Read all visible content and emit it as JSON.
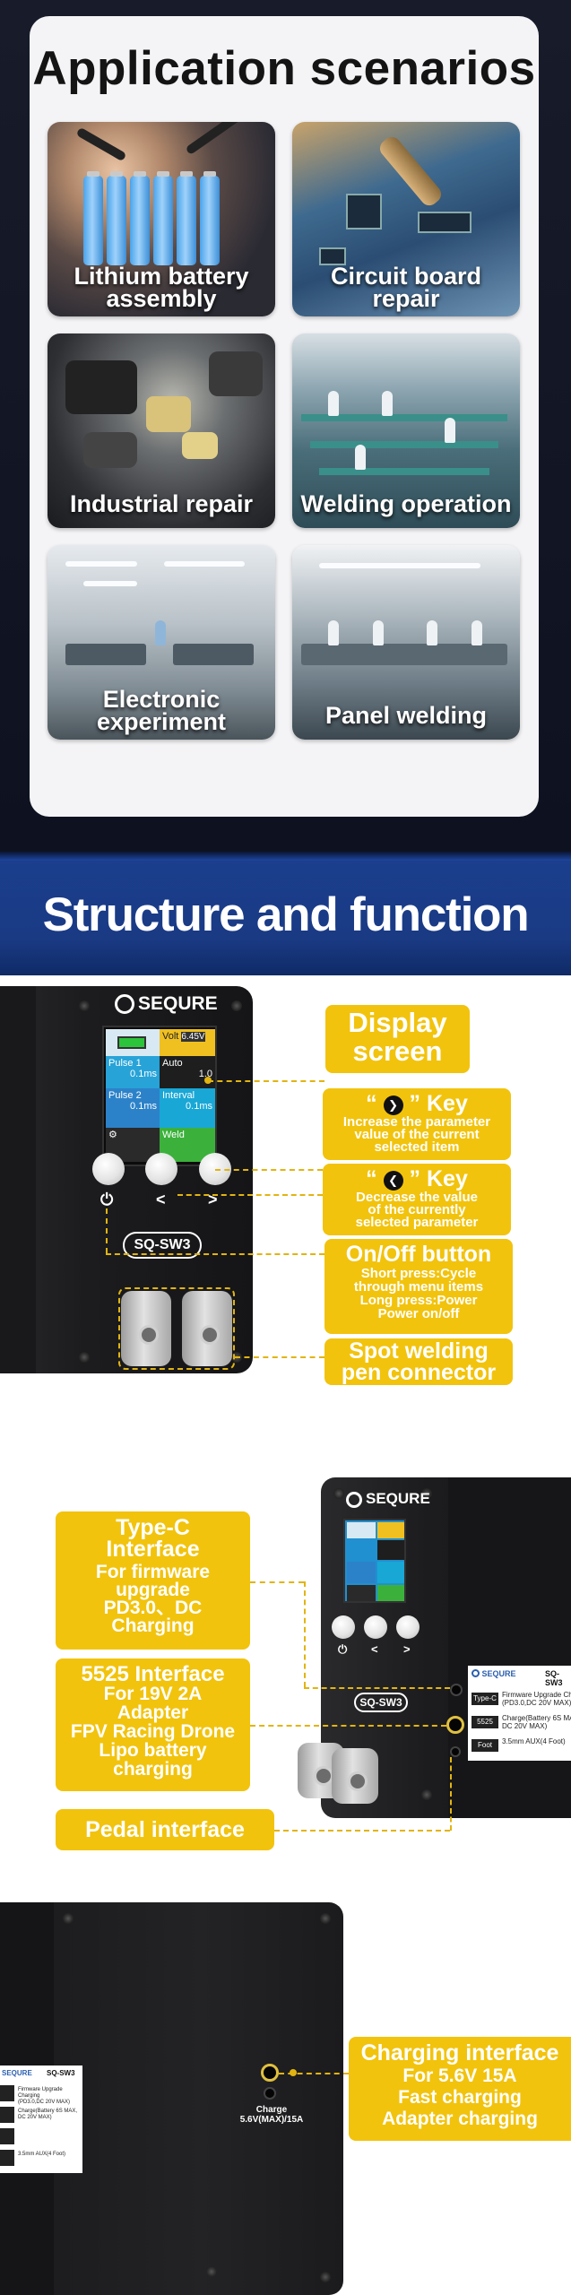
{
  "app": {
    "title": "Application scenarios",
    "tiles": [
      {
        "caption_l1": "Lithium battery",
        "caption_l2": "assembly"
      },
      {
        "caption_l1": "Circuit board",
        "caption_l2": "repair"
      },
      {
        "caption_l1": "Industrial repair",
        "caption_l2": ""
      },
      {
        "caption_l1": "Welding operation",
        "caption_l2": ""
      },
      {
        "caption_l1": "Electronic",
        "caption_l2": "experiment"
      },
      {
        "caption_l1": "Panel welding",
        "caption_l2": ""
      }
    ]
  },
  "banner": {
    "title": "Structure and function"
  },
  "device": {
    "brand": "SEQURE",
    "model": "SQ-SW3",
    "lcd": {
      "pulse1": "Pulse 1",
      "pulse1_val": "0.1ms",
      "volt": "Volt",
      "volt_val": "6.45V",
      "auto": "Auto",
      "auto_val": "1.0",
      "pulse2": "Pulse 2",
      "pulse2_val": "0.1ms",
      "interval": "Interval",
      "interval_val": "0.1ms",
      "weld": "Weld"
    },
    "btn_power": "⏻",
    "btn_left": "<",
    "btn_right": ">"
  },
  "callouts_front": {
    "display": {
      "l1": "Display",
      "l2": "screen"
    },
    "right_key": {
      "title": "Key",
      "desc_l1": "Increase the parameter",
      "desc_l2": "value of the current",
      "desc_l3": "selected item"
    },
    "left_key": {
      "title": "Key",
      "desc_l1": "Decrease the value",
      "desc_l2": "of the currently",
      "desc_l3": "selected parameter"
    },
    "power": {
      "title": "On/Off button",
      "desc_l1": "Short press:Cycle",
      "desc_l2": "through menu items",
      "desc_l3": "Long press:Power",
      "desc_l4": "Power on/off"
    },
    "spot": {
      "l1": "Spot welding",
      "l2": "pen connector"
    }
  },
  "callouts_side": {
    "typec": {
      "l1": "Type-C",
      "l2": "Interface",
      "l3": "For firmware",
      "l4": "upgrade",
      "l5": "PD3.0、DC",
      "l6": "Charging"
    },
    "i5525": {
      "l1": "5525 Interface",
      "l2": "For 19V 2A",
      "l3": "Adapter",
      "l4": "FPV Racing Drone",
      "l5": "Lipo battery",
      "l6": "charging"
    },
    "pedal": {
      "l1": "Pedal interface"
    }
  },
  "side_panel": {
    "brand": "SEQURE",
    "model": "SQ-SW3",
    "rows": [
      {
        "k": "Type-C",
        "v1": "Firmware Upgrade Charging",
        "v2": "(PD3.0,DC 20V MAX)"
      },
      {
        "k": "5525",
        "v1": "Charge(Battery 6S MAX,",
        "v2": "DC 20V MAX)"
      },
      {
        "k": "Foot",
        "v1": "3.5mm AUX(4 Foot)",
        "v2": ""
      }
    ]
  },
  "back": {
    "charge_label_l1": "Charge",
    "charge_label_l2": "5.6V(MAX)/15A",
    "callout": {
      "l1": "Charging interface",
      "l2": "For 5.6V 15A",
      "l3": "Fast charging",
      "l4": "Adapter charging"
    }
  },
  "colors": {
    "accent": "#f2c30d",
    "banner": "#1b3f8e",
    "device": "#1c1c1e"
  }
}
